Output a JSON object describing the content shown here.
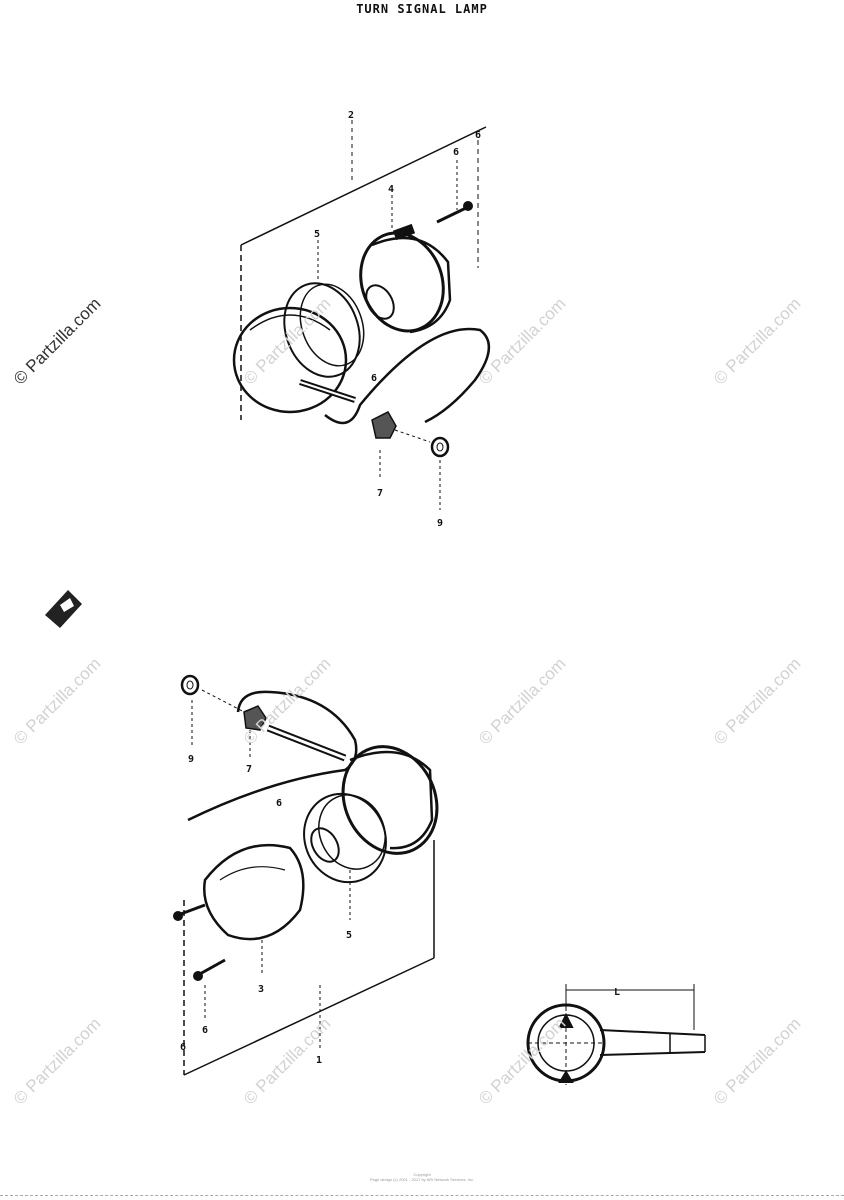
{
  "title": "TURN SIGNAL LAMP",
  "watermark_text": "© Partzilla.com",
  "part_labels": {
    "upper_2": "2",
    "upper_4": "4",
    "upper_6a": "6",
    "upper_6b": "6",
    "upper_5": "5",
    "upper_6c": "6",
    "upper_7": "7",
    "upper_9": "9",
    "lower_9": "9",
    "lower_7": "7",
    "lower_6a": "6",
    "lower_5": "5",
    "lower_3": "3",
    "lower_6b": "6",
    "lower_6c": "6",
    "lower_1": "1",
    "inset_l": "L"
  },
  "footer": {
    "line1": "Copyright",
    "line2": "Page design (c) 2001 - 2017 by ARI Network Services, Inc."
  }
}
